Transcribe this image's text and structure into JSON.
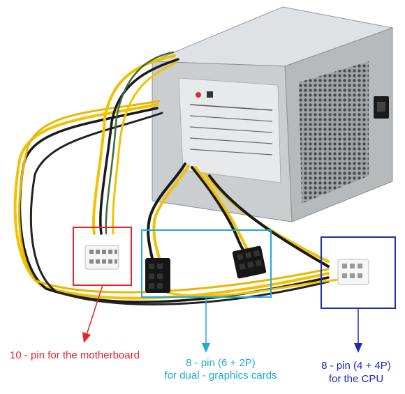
{
  "labels": {
    "motherboard": "10 - pin for the motherboard",
    "gpu_line1": "8 - pin (6 + 2P)",
    "gpu_line2": "for dual - graphics cards",
    "cpu_line1": "8 - pin (4 + 4P)",
    "cpu_line2": "for the CPU"
  },
  "colors": {
    "motherboard": "#e8202a",
    "gpu": "#1fa9dc",
    "cpu": "#1c2bb8",
    "psu_case": "#c9ccce",
    "wire_yellow": "#f2c200",
    "wire_black": "#1a1a1a"
  },
  "icons": {
    "psu": "power-supply-unit",
    "connector_mb": "white-10-pin-connector",
    "connector_gpu": "black-8-pin-connector",
    "connector_cpu": "white-8-pin-connector"
  }
}
